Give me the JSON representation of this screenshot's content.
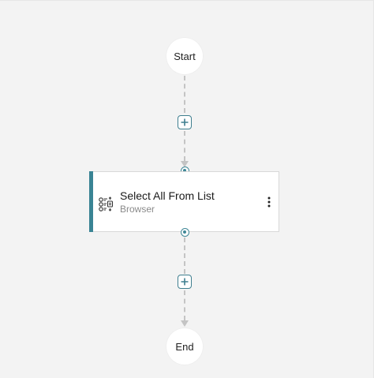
{
  "flow": {
    "start_label": "Start",
    "end_label": "End"
  },
  "action": {
    "title": "Select All From List",
    "subtitle": "Browser",
    "icon": "browser-list-icon"
  },
  "icons": {
    "add": "plus-icon",
    "menu": "more-vertical-icon"
  },
  "colors": {
    "accent": "#3a8494",
    "background": "#f3f3f3",
    "connector": "#c4c4c4"
  }
}
